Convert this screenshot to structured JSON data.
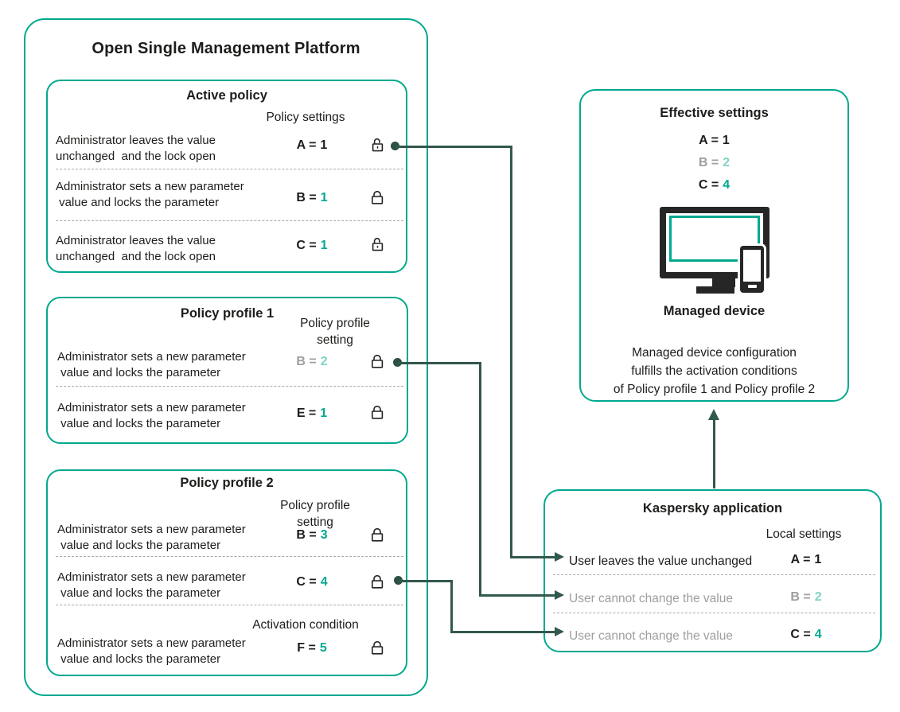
{
  "colors": {
    "teal": "#00a88e",
    "light_teal": "#7fd4c4",
    "dark_connector": "#33584e",
    "gray": "#9e9e9e",
    "text": "#1d1d1b"
  },
  "platform": {
    "title": "Open Single Management Platform",
    "active_policy": {
      "title": "Active policy",
      "header": "Policy settings",
      "rows": [
        {
          "label": "Administrator leaves the value\nunchanged  and the lock open",
          "param": "A =",
          "value": "1",
          "lock": "open"
        },
        {
          "label": "Administrator sets a new parameter\n value and locks the parameter",
          "param": "B =",
          "value": "1",
          "lock": "closed"
        },
        {
          "label": "Administrator leaves the value\nunchanged  and the lock open",
          "param": "C =",
          "value": "1",
          "lock": "open"
        }
      ]
    },
    "profile1": {
      "title": "Policy profile 1",
      "header": "Policy profile\nsetting",
      "rows": [
        {
          "label": "Administrator sets a new parameter\n value and locks the parameter",
          "param": "B =",
          "value": "2",
          "lock": "closed"
        },
        {
          "label": "Administrator sets a new parameter\n value and locks the parameter",
          "param": "E =",
          "value": "1",
          "lock": "closed"
        }
      ]
    },
    "profile2": {
      "title": "Policy profile 2",
      "header": "Policy profile\nsetting",
      "activation_header": "Activation condition",
      "rows": [
        {
          "label": "Administrator sets a new parameter\n value and locks the parameter",
          "param": "B =",
          "value": "3",
          "lock": "closed"
        },
        {
          "label": "Administrator sets a new parameter\n value and locks the parameter",
          "param": "C =",
          "value": "4",
          "lock": "closed"
        },
        {
          "label": "Administrator sets a new parameter\n value and locks the parameter",
          "param": "F =",
          "value": "5",
          "lock": "closed"
        }
      ]
    }
  },
  "effective": {
    "title": "Effective settings",
    "values": [
      {
        "param": "A =",
        "value": "1"
      },
      {
        "param": "B =",
        "value": "2"
      },
      {
        "param": "C =",
        "value": "4"
      }
    ],
    "device_label": "Managed device",
    "note": "Managed device configuration\nfulfills the activation conditions\nof Policy profile 1 and Policy profile 2"
  },
  "kaspersky": {
    "title": "Kaspersky application",
    "header": "Local settings",
    "rows": [
      {
        "label": "User leaves the value unchanged",
        "param": "A =",
        "value": "1"
      },
      {
        "label": "User cannot change the value",
        "param": "B =",
        "value": "2"
      },
      {
        "label": "User cannot change the value",
        "param": "C =",
        "value": "4"
      }
    ]
  }
}
